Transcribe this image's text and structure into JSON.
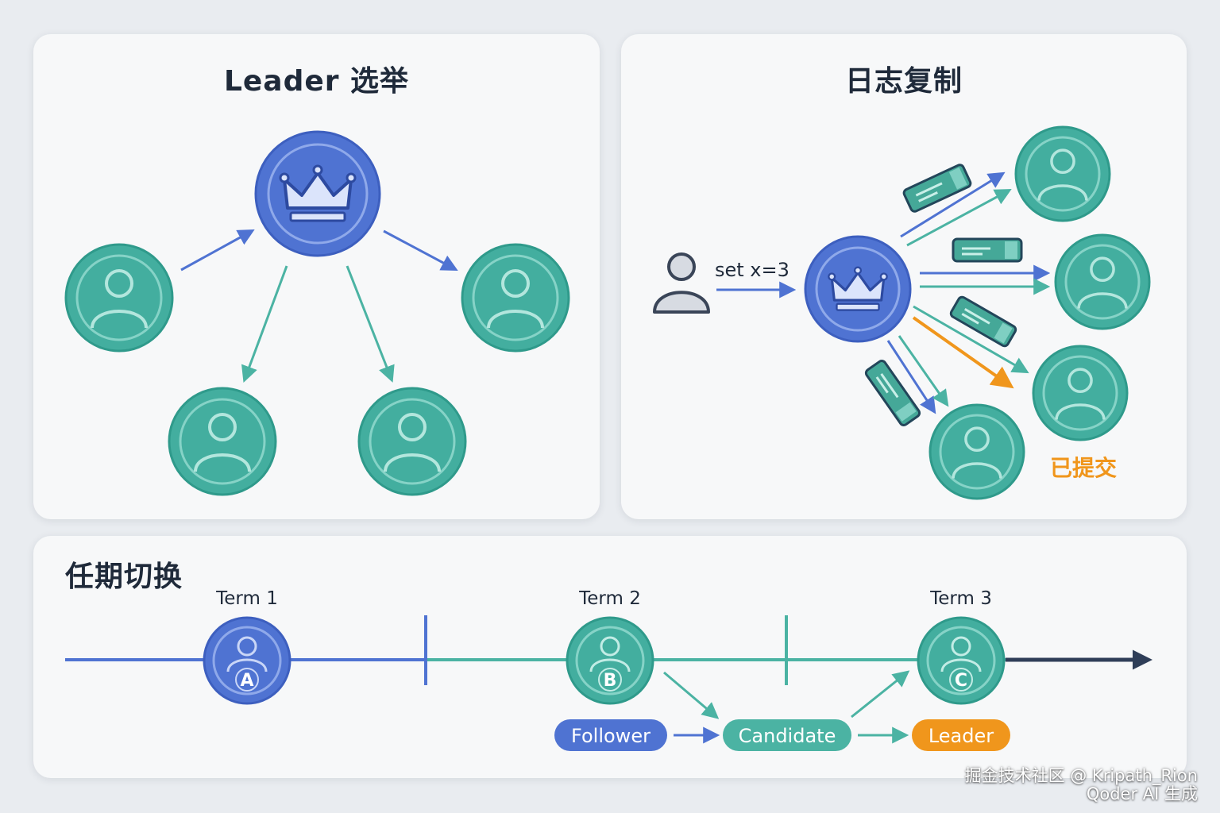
{
  "panels": {
    "election": {
      "title": "Leader 选举"
    },
    "replication": {
      "title": "日志复制",
      "command": "set x=3",
      "committed_label": "已提交"
    },
    "terms": {
      "title": "任期切换",
      "terms": [
        {
          "label": "Term 1",
          "node": "A"
        },
        {
          "label": "Term 2",
          "node": "B"
        },
        {
          "label": "Term 3",
          "node": "C"
        }
      ],
      "states": [
        "Follower",
        "Candidate",
        "Leader"
      ]
    }
  },
  "watermark": {
    "line1": "掘金技术社区 @ Kripath_Rion",
    "line2": "Qoder AI 生成"
  },
  "colors": {
    "leader_blue": "#4f73d2",
    "follower_teal": "#43ae9f",
    "committed_orange": "#f0961c",
    "title_dark": "#1f2a3a",
    "axis_dark": "#2f3e58"
  },
  "icons": [
    "crown-icon",
    "person-icon",
    "client-icon",
    "log-entry-icon"
  ]
}
